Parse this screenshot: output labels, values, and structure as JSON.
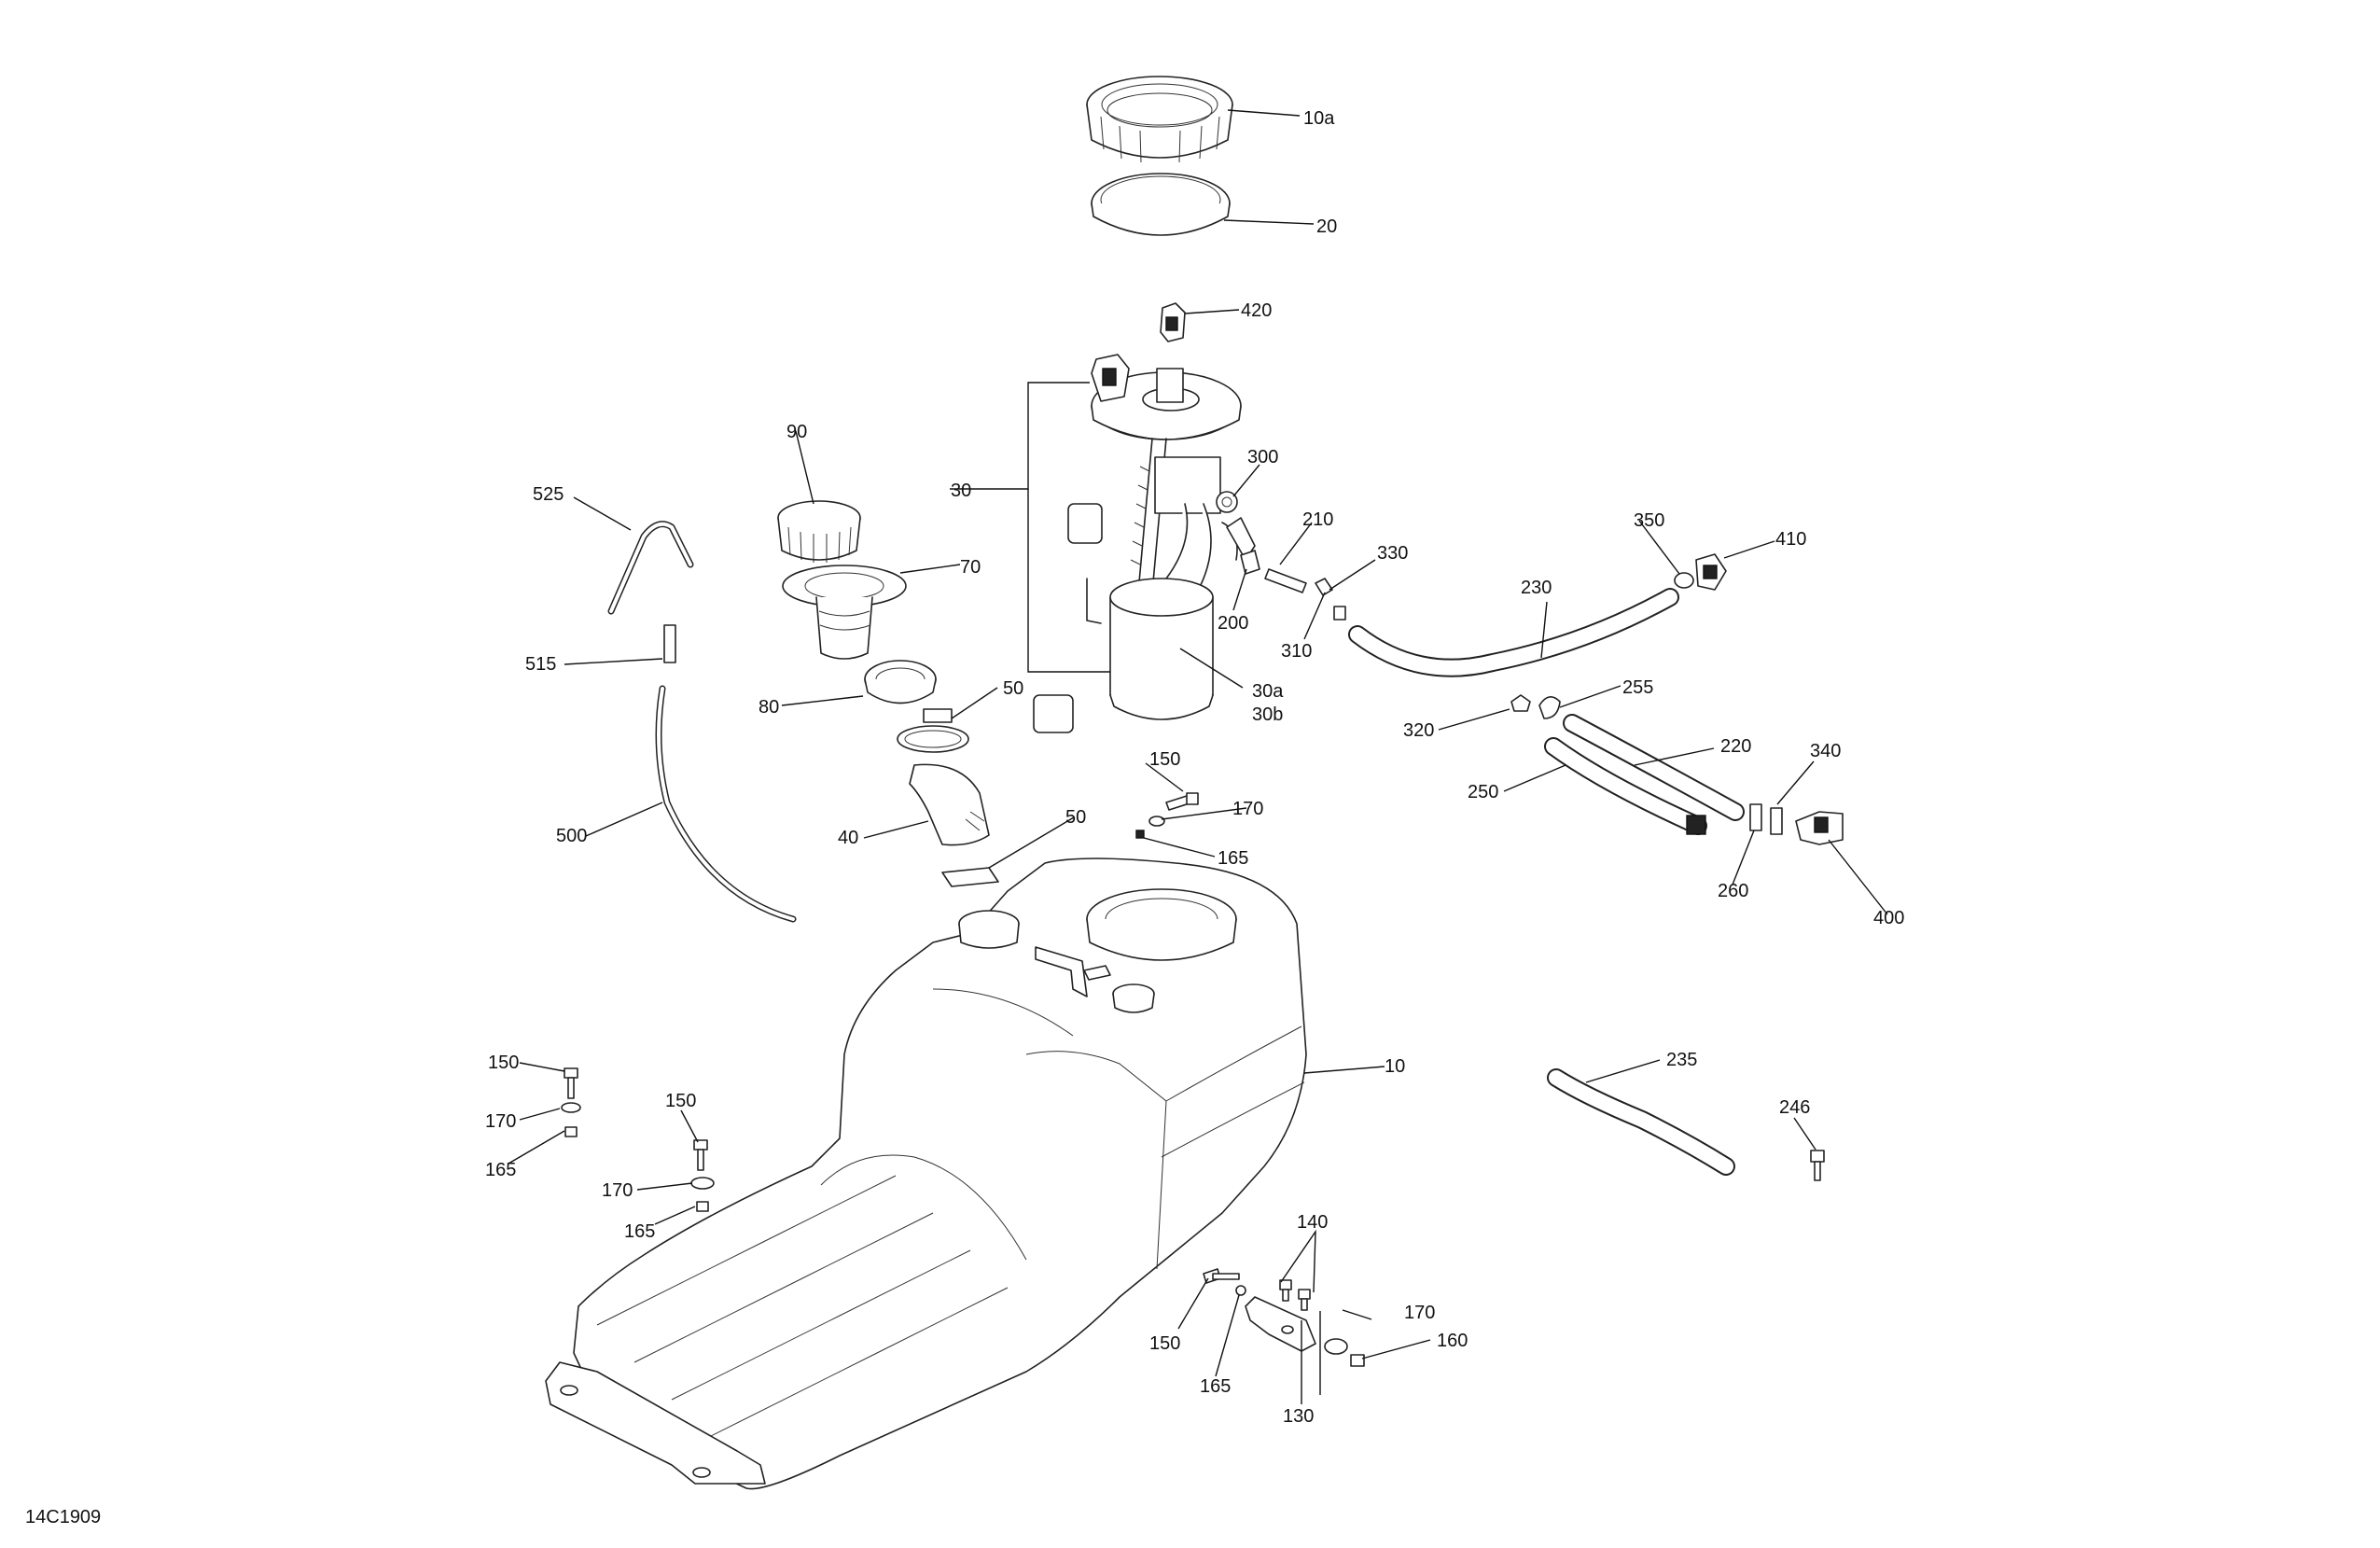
{
  "diagram": {
    "drawing_code": "14C1909",
    "callouts": [
      {
        "id": "c-10a",
        "label": "10a"
      },
      {
        "id": "c-20",
        "label": "20"
      },
      {
        "id": "c-420",
        "label": "420"
      },
      {
        "id": "c-90",
        "label": "90"
      },
      {
        "id": "c-30",
        "label": "30"
      },
      {
        "id": "c-300",
        "label": "300"
      },
      {
        "id": "c-525",
        "label": "525"
      },
      {
        "id": "c-70",
        "label": "70"
      },
      {
        "id": "c-210",
        "label": "210"
      },
      {
        "id": "c-330",
        "label": "330"
      },
      {
        "id": "c-350",
        "label": "350"
      },
      {
        "id": "c-410",
        "label": "410"
      },
      {
        "id": "c-230",
        "label": "230"
      },
      {
        "id": "c-200",
        "label": "200"
      },
      {
        "id": "c-310",
        "label": "310"
      },
      {
        "id": "c-515",
        "label": "515"
      },
      {
        "id": "c-80",
        "label": "80"
      },
      {
        "id": "c-50a",
        "label": "50"
      },
      {
        "id": "c-30a",
        "label": "30a"
      },
      {
        "id": "c-30b",
        "label": "30b"
      },
      {
        "id": "c-320",
        "label": "320"
      },
      {
        "id": "c-255",
        "label": "255"
      },
      {
        "id": "c-150a",
        "label": "150"
      },
      {
        "id": "c-220",
        "label": "220"
      },
      {
        "id": "c-340",
        "label": "340"
      },
      {
        "id": "c-250",
        "label": "250"
      },
      {
        "id": "c-170a",
        "label": "170"
      },
      {
        "id": "c-500",
        "label": "500"
      },
      {
        "id": "c-40",
        "label": "40"
      },
      {
        "id": "c-50b",
        "label": "50"
      },
      {
        "id": "c-165a",
        "label": "165"
      },
      {
        "id": "c-260",
        "label": "260"
      },
      {
        "id": "c-400",
        "label": "400"
      },
      {
        "id": "c-10",
        "label": "10"
      },
      {
        "id": "c-150b",
        "label": "150"
      },
      {
        "id": "c-235",
        "label": "235"
      },
      {
        "id": "c-150c",
        "label": "150"
      },
      {
        "id": "c-246",
        "label": "246"
      },
      {
        "id": "c-170b",
        "label": "170"
      },
      {
        "id": "c-165b",
        "label": "165"
      },
      {
        "id": "c-170c",
        "label": "170"
      },
      {
        "id": "c-165c",
        "label": "165"
      },
      {
        "id": "c-140",
        "label": "140"
      },
      {
        "id": "c-170d",
        "label": "170"
      },
      {
        "id": "c-160",
        "label": "160"
      },
      {
        "id": "c-150d",
        "label": "150"
      },
      {
        "id": "c-165d",
        "label": "165"
      },
      {
        "id": "c-130",
        "label": "130"
      }
    ]
  }
}
